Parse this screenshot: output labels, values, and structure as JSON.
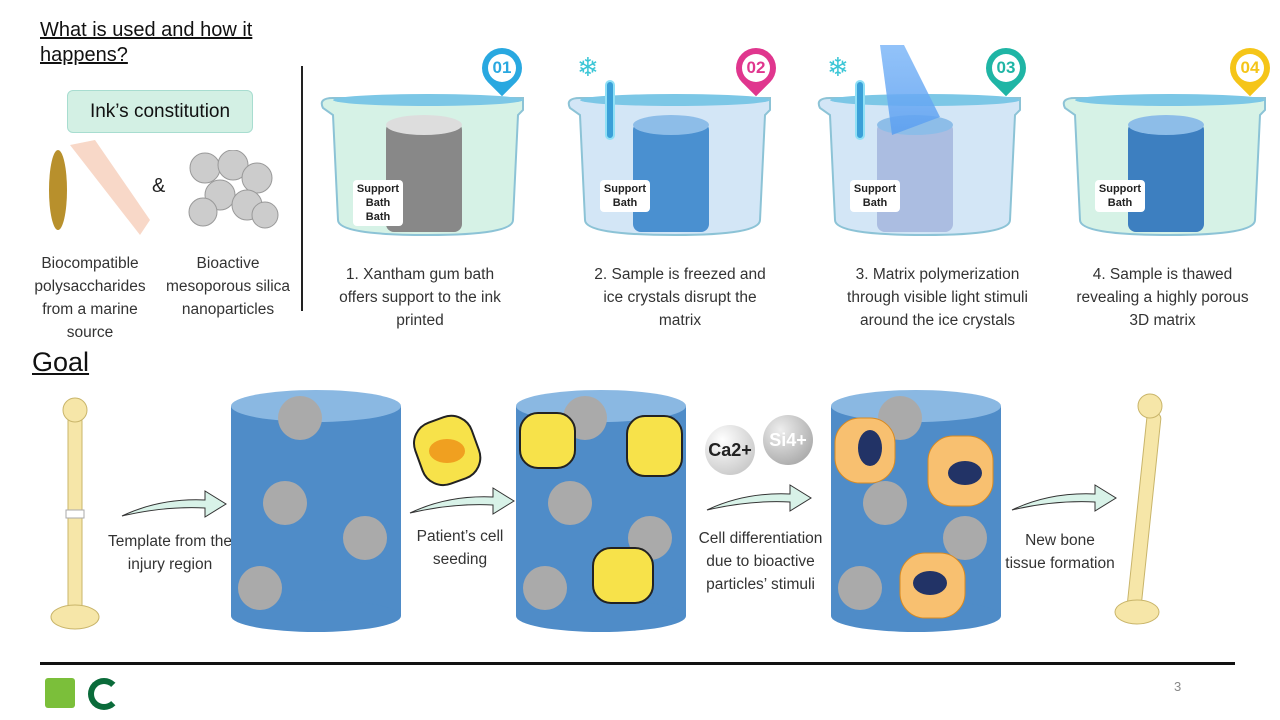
{
  "title": "What is used and how it happens?",
  "ink": {
    "heading": "Ink’s constitution",
    "ampersand": "&",
    "items": [
      {
        "label": "Biocompatible polysaccharides from a marine source"
      },
      {
        "label": "Bioactive mesoporous silica nanoparticles"
      }
    ]
  },
  "steps": [
    {
      "badge": "01",
      "color": "#29a8e0",
      "label": "Support Bath",
      "bath_label": "Bath",
      "caption": "1. Xantham gum bath offers support to the ink printed"
    },
    {
      "badge": "02",
      "color": "#e0368e",
      "label": "Support",
      "bath_label": "Bath",
      "caption": "2. Sample is freezed and ice crystals disrupt the matrix"
    },
    {
      "badge": "03",
      "color": "#1fb5a5",
      "label": "Support",
      "bath_label": "Bath",
      "caption": "3. Matrix polymerization through visible light stimuli around the ice crystals"
    },
    {
      "badge": "04",
      "color": "#f5c518",
      "label": "Support",
      "bath_label": "Bath",
      "caption": "4. Sample is thawed revealing a highly porous 3D matrix"
    }
  ],
  "goal": {
    "heading": "Goal",
    "captions": [
      "Template from the injury region",
      "Patient’s cell seeding",
      "Cell differentiation due to bioactive particles’ stimuli",
      "New bone tissue formation"
    ],
    "ions": [
      "Ca2+",
      "Si4+"
    ]
  },
  "footer": {
    "page": "3"
  }
}
